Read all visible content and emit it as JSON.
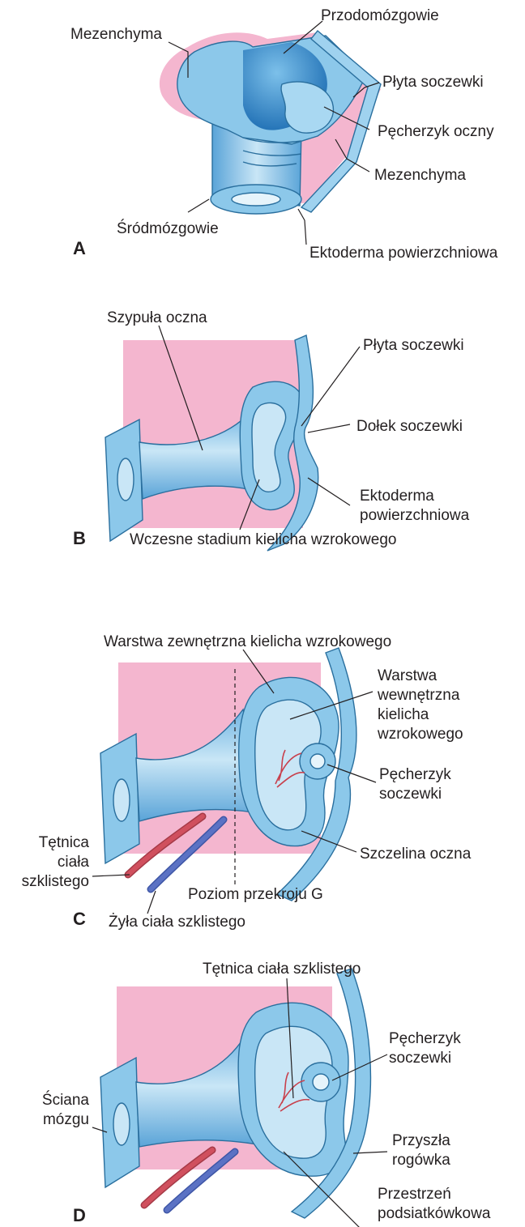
{
  "colors": {
    "background": "#ffffff",
    "mesenchyme_pink": "#f4b6cf",
    "tissue_blue": "#8cc8ea",
    "tissue_light": "#c9e6f6",
    "tissue_dark": "#3f8fc8",
    "outline": "#2a6f9e",
    "artery_red": "#d0505e",
    "vein_blue": "#5b72c4",
    "text": "#231f20"
  },
  "panels": {
    "A": {
      "letter": "A",
      "labels": {
        "mesenchyme_left": "Mezenchyma",
        "forebrain": "Przodomózgowie",
        "lens_plate": "Płyta soczewki",
        "optic_vesicle": "Pęcherzyk oczny",
        "mesenchyme_right": "Mezenchyma",
        "midbrain": "Śródmózgowie",
        "surface_ectoderm": "Ektoderma powierzchniowa"
      }
    },
    "B": {
      "letter": "B",
      "labels": {
        "optic_stalk": "Szypuła oczna",
        "lens_plate": "Płyta soczewki",
        "lens_pit": "Dołek soczewki",
        "surface_ectoderm_1": "Ektoderma",
        "surface_ectoderm_2": "powierzchniowa",
        "early_optic_cup": "Wczesne stadium kielicha wzrokowego"
      }
    },
    "C": {
      "letter": "C",
      "labels": {
        "outer_layer": "Warstwa zewnętrzna kielicha wzrokowego",
        "inner_layer_1": "Warstwa",
        "inner_layer_2": "wewnętrzna",
        "inner_layer_3": "kielicha",
        "inner_layer_4": "wzrokowego",
        "lens_vesicle_1": "Pęcherzyk",
        "lens_vesicle_2": "soczewki",
        "hyaloid_artery_1": "Tętnica",
        "hyaloid_artery_2": "ciała",
        "hyaloid_artery_3": "szklistego",
        "optic_fissure": "Szczelina oczna",
        "section_level": "Poziom przekroju G",
        "hyaloid_vein": "Żyła ciała szklistego"
      }
    },
    "D": {
      "letter": "D",
      "labels": {
        "hyaloid_artery": "Tętnica ciała szklistego",
        "lens_vesicle_1": "Pęcherzyk",
        "lens_vesicle_2": "soczewki",
        "brain_wall_1": "Ściana",
        "brain_wall_2": "mózgu",
        "future_cornea_1": "Przyszła",
        "future_cornea_2": "rogówka",
        "subretinal_space_1": "Przestrzeń",
        "subretinal_space_2": "podsiatkówkowa"
      }
    }
  }
}
